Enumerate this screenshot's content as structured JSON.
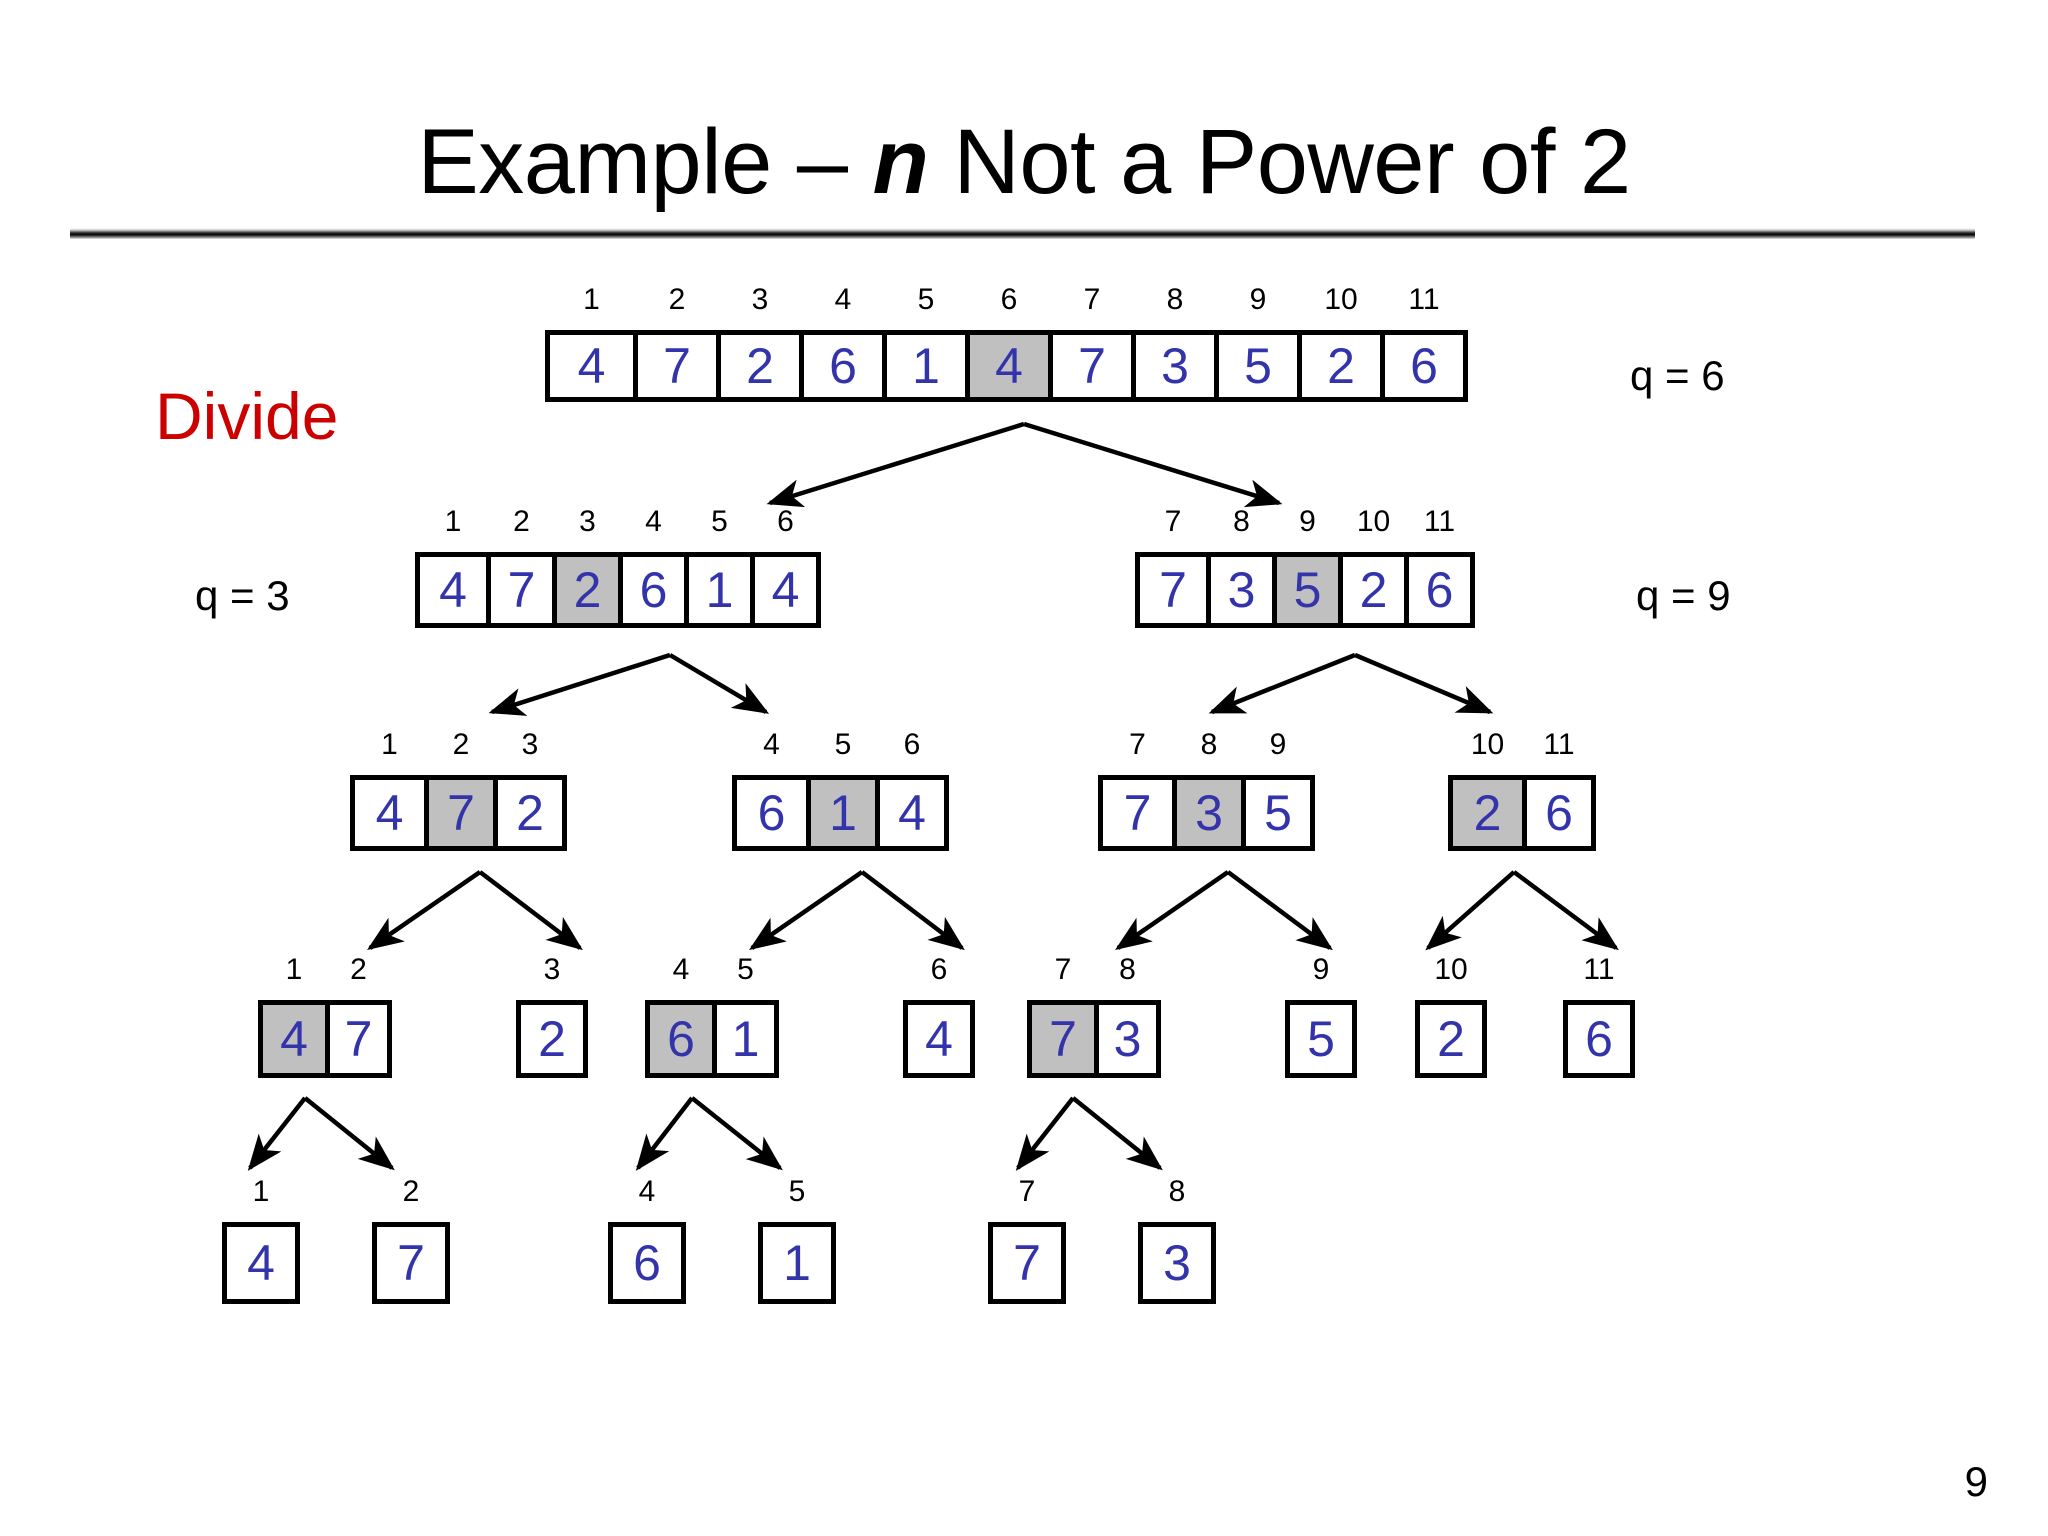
{
  "slide": {
    "title_prefix": "Example – ",
    "title_italic": "n",
    "title_suffix": " Not a Power of 2",
    "divide_label": "Divide",
    "page_number": "9",
    "colors": {
      "value_text": "#3333AA",
      "highlight_fill": "#C0C0C0",
      "divide_text": "#CC0000",
      "border": "#000000"
    }
  },
  "labels": {
    "q_top": "q = 6",
    "q_left": "q = 3",
    "q_right": "q = 9"
  },
  "levels": [
    {
      "level": 1,
      "arrays": [
        {
          "indices": [
            "1",
            "2",
            "3",
            "4",
            "5",
            "6",
            "7",
            "8",
            "9",
            "10",
            "11"
          ],
          "values": [
            "4",
            "7",
            "2",
            "6",
            "1",
            "4",
            "7",
            "3",
            "5",
            "2",
            "6"
          ],
          "highlight": [
            5
          ]
        }
      ]
    },
    {
      "level": 2,
      "arrays": [
        {
          "indices": [
            "1",
            "2",
            "3",
            "4",
            "5",
            "6"
          ],
          "values": [
            "4",
            "7",
            "2",
            "6",
            "1",
            "4"
          ],
          "highlight": [
            2
          ]
        },
        {
          "indices": [
            "7",
            "8",
            "9",
            "10",
            "11"
          ],
          "values": [
            "7",
            "3",
            "5",
            "2",
            "6"
          ],
          "highlight": [
            2
          ]
        }
      ]
    },
    {
      "level": 3,
      "arrays": [
        {
          "indices": [
            "1",
            "2",
            "3"
          ],
          "values": [
            "4",
            "7",
            "2"
          ],
          "highlight": [
            1
          ]
        },
        {
          "indices": [
            "4",
            "5",
            "6"
          ],
          "values": [
            "6",
            "1",
            "4"
          ],
          "highlight": [
            1
          ]
        },
        {
          "indices": [
            "7",
            "8",
            "9"
          ],
          "values": [
            "7",
            "3",
            "5"
          ],
          "highlight": [
            1
          ]
        },
        {
          "indices": [
            "10",
            "11"
          ],
          "values": [
            "2",
            "6"
          ],
          "highlight": [
            0
          ]
        }
      ]
    },
    {
      "level": 4,
      "arrays": [
        {
          "indices": [
            "1",
            "2"
          ],
          "values": [
            "4",
            "7"
          ],
          "highlight": [
            0
          ]
        },
        {
          "indices": [
            "3"
          ],
          "values": [
            "2"
          ],
          "highlight": []
        },
        {
          "indices": [
            "4",
            "5"
          ],
          "values": [
            "6",
            "1"
          ],
          "highlight": [
            0
          ]
        },
        {
          "indices": [
            "6"
          ],
          "values": [
            "4"
          ],
          "highlight": []
        },
        {
          "indices": [
            "7",
            "8"
          ],
          "values": [
            "7",
            "3"
          ],
          "highlight": [
            0
          ]
        },
        {
          "indices": [
            "9"
          ],
          "values": [
            "5"
          ],
          "highlight": []
        },
        {
          "indices": [
            "10"
          ],
          "values": [
            "2"
          ],
          "highlight": []
        },
        {
          "indices": [
            "11"
          ],
          "values": [
            "6"
          ],
          "highlight": []
        }
      ]
    },
    {
      "level": 5,
      "arrays": [
        {
          "indices": [
            "1"
          ],
          "values": [
            "4"
          ],
          "highlight": []
        },
        {
          "indices": [
            "2"
          ],
          "values": [
            "7"
          ],
          "highlight": []
        },
        {
          "indices": [
            "4"
          ],
          "values": [
            "6"
          ],
          "highlight": []
        },
        {
          "indices": [
            "5"
          ],
          "values": [
            "1"
          ],
          "highlight": []
        },
        {
          "indices": [
            "7"
          ],
          "values": [
            "7"
          ],
          "highlight": []
        },
        {
          "indices": [
            "8"
          ],
          "values": [
            "3"
          ],
          "highlight": []
        }
      ]
    }
  ]
}
